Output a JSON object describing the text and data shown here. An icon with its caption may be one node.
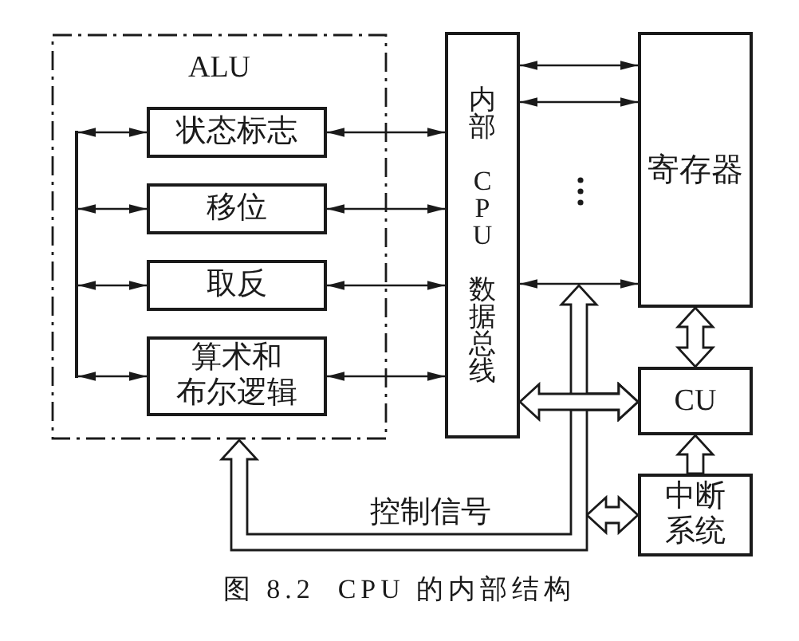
{
  "diagram": {
    "caption": "图 8.2  CPU 的内部结构",
    "nodes": [
      {
        "text": [
          "ALU"
        ]
      },
      {
        "text": [
          "状态标志"
        ],
        "in": 0
      },
      {
        "text": [
          "移位"
        ],
        "in": 0
      },
      {
        "text": [
          "取反"
        ],
        "in": 0
      },
      {
        "text": [
          "算术和布尔逻辑"
        ],
        "in": 0
      },
      {
        "text": [],
        "shape": "bar",
        "in": 0
      },
      {
        "text": [
          "内部 CPU 数据总线"
        ]
      },
      {
        "text": [
          "寄存器"
        ]
      },
      {
        "text": [
          "CU"
        ]
      },
      {
        "text": [
          "中断系统"
        ]
      }
    ],
    "edges": [
      {
        "from": 1,
        "to": 5,
        "arrow": "both"
      },
      {
        "from": 1,
        "to": 6,
        "arrow": "both"
      },
      {
        "from": 2,
        "to": 5,
        "arrow": "both"
      },
      {
        "from": 2,
        "to": 6,
        "arrow": "both"
      },
      {
        "from": 3,
        "to": 5,
        "arrow": "both"
      },
      {
        "from": 3,
        "to": 6,
        "arrow": "both"
      },
      {
        "from": 4,
        "to": 5,
        "arrow": "both"
      },
      {
        "from": 4,
        "to": 6,
        "arrow": "both"
      },
      {
        "from": 6,
        "to": 7,
        "arrow": "both"
      },
      {
        "from": 6,
        "to": 7,
        "arrow": "both"
      },
      {
        "from": 6,
        "to": 7,
        "arrow": "both"
      },
      {
        "from": 7,
        "to": 8,
        "arrow": "both",
        "style": "thick"
      },
      {
        "from": 8,
        "to": 6,
        "arrow": "both",
        "style": "thick"
      },
      {
        "from": 8,
        "to": 0,
        "arrow": "both",
        "label": "控制信号",
        "style": "thick"
      },
      {
        "from": 8,
        "to": null,
        "arrow": "both",
        "style": "thick"
      },
      {
        "from": 9,
        "to": null,
        "arrow": "both",
        "style": "thick"
      },
      {
        "from": 9,
        "to": 8,
        "arrow": "to",
        "style": "thick"
      }
    ]
  }
}
